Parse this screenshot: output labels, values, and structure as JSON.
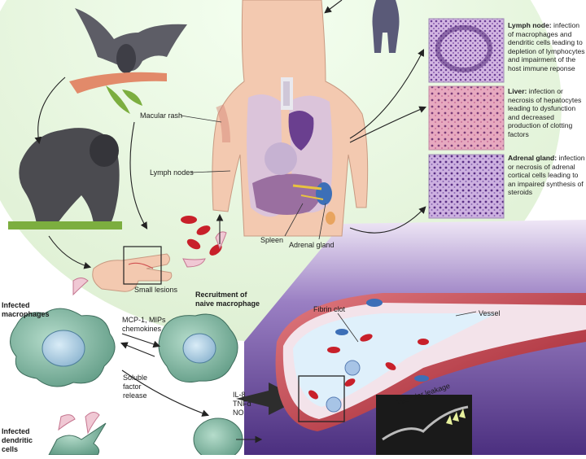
{
  "labels": {
    "macular_rash": "Macular rash",
    "lymph_nodes": "Lymph nodes",
    "spleen": "Spleen",
    "adrenal_gland": "Adrenal gland",
    "small_lesions": "Small lesions",
    "infected_macrophages": "Infected\nmacrophages",
    "recruitment": "Recruitment of\nnaive macrophage",
    "mcp1": "MCP-1, MIPs\nchemokines",
    "soluble_factor": "Soluble\nfactor\nrelease",
    "cytokines": "IL-8\nTNFα\nNO",
    "infected_dendritic": "Infected\ndendritic\ncells",
    "fibrin_clot": "Fibrin clot",
    "vessel": "Vessel",
    "vascular_leakage": "Vascular leakage"
  },
  "panels": [
    {
      "title": "Lymph node:",
      "text": " infection of macrophages and dendritic cells leading to depletion of lymphocytes and impairment of the host immune reponse"
    },
    {
      "title": "Liver:",
      "text": " infection or necrosis of hepatocytes leading to dysfunction and decreased production of clotting factors"
    },
    {
      "title": "Adrenal gland:",
      "text": " infection or necrosis of adrenal cortical cells leading to an impaired synthesis of steroids"
    }
  ],
  "colors": {
    "skin": "#f3c9b0",
    "lung": "#d8c3df",
    "heart": "#6a3f8f",
    "liver": "#9a6fa0",
    "blood_cell": "#c8202a",
    "macrophage": "#86b6a0",
    "background_purple": "#6b4a9b",
    "vessel_wall": "#b2303a",
    "lymph_tissue": "#b58fc9",
    "liver_tissue": "#d89ab0",
    "adrenal_tissue": "#b690cc"
  },
  "icons": [
    "bat-icon",
    "gorilla-icon",
    "person-silhouette-icon",
    "hand-icon",
    "arrow-icon"
  ]
}
